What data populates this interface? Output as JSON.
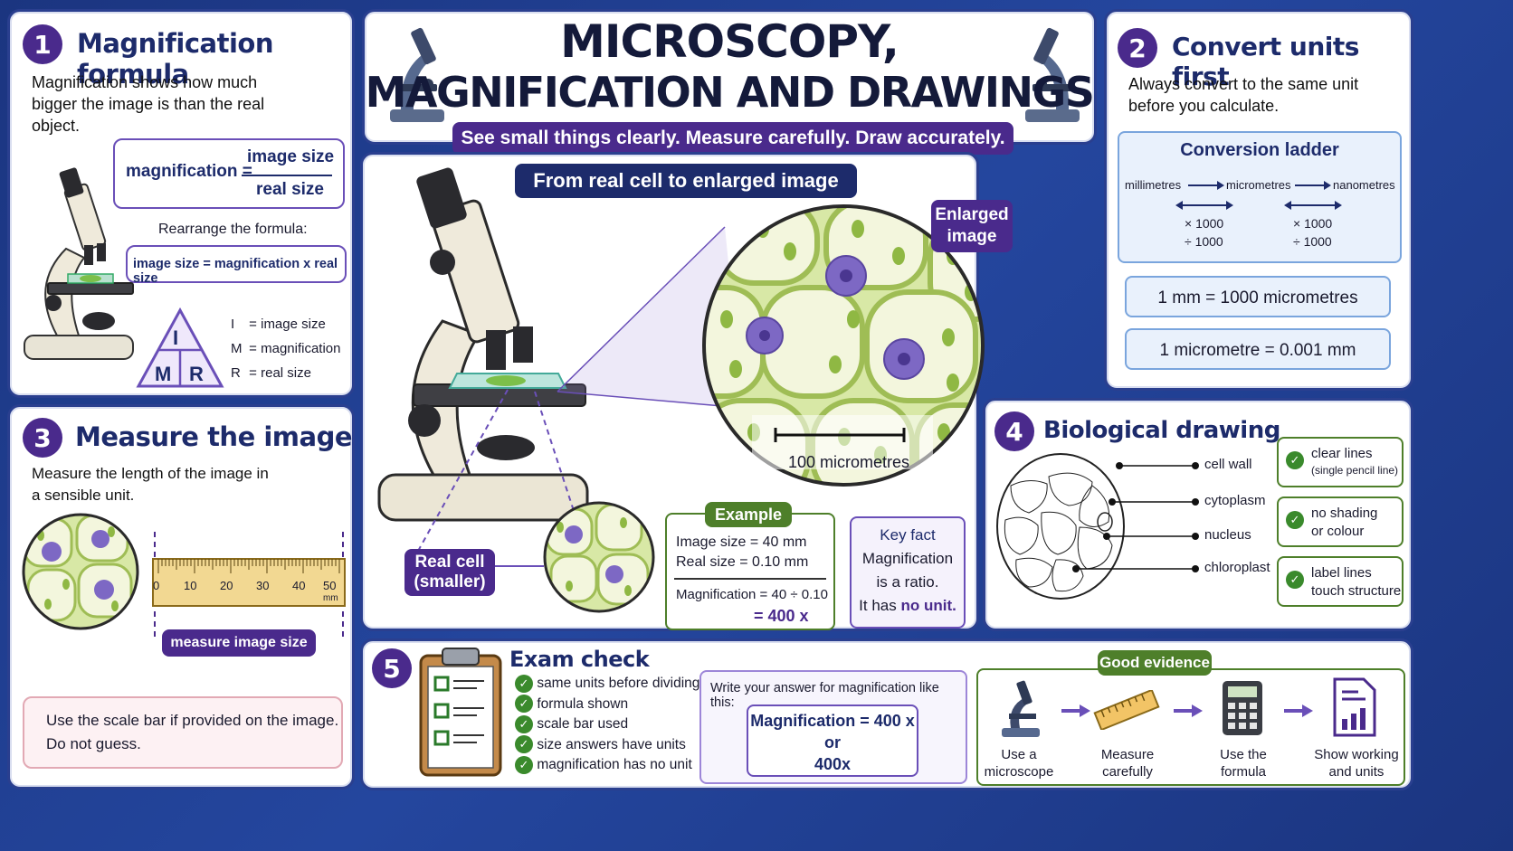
{
  "header": {
    "title_line1": "MICROSCOPY,",
    "title_line2": "MAGNIFICATION AND DRAWINGS",
    "subtitle": "See small things clearly.  Measure carefully. Draw accurately."
  },
  "panel1": {
    "number": "1",
    "title": "Magnification formula",
    "intro": "Magnification shows how much bigger the image is than the real object.",
    "formula_left": "magnification =",
    "formula_top": "image size",
    "formula_bottom": "real size",
    "rearrange_label": "Rearrange the formula:",
    "rearranged": "image size = magnification x real size",
    "triangle": {
      "top": "I",
      "left": "M",
      "right": "R"
    },
    "key": [
      {
        "letter": "I",
        "eq": "=",
        "meaning": "image size"
      },
      {
        "letter": "M",
        "eq": "=",
        "meaning": "magnification"
      },
      {
        "letter": "R",
        "eq": "=",
        "meaning": "real size"
      }
    ]
  },
  "panel2": {
    "number": "2",
    "title": "Convert units first",
    "intro": "Always convert to the same unit before you calculate.",
    "ladder_title": "Conversion ladder",
    "units": [
      "millimetres",
      "micrometres",
      "nanometres"
    ],
    "ops": [
      {
        "mul": "× 1000",
        "div": "÷ 1000"
      },
      {
        "mul": "× 1000",
        "div": "÷ 1000"
      }
    ],
    "fact1": "1 mm  =  1000 micrometres",
    "fact2": "1 micrometre  =  0.001 mm"
  },
  "center": {
    "banner": "From real cell to enlarged image",
    "enlarged_label": "Enlarged image",
    "scale_bar": "100 micrometres",
    "real_cell_label": "Real cell (smaller)",
    "example": {
      "tag": "Example",
      "line1": "Image size = 40 mm",
      "line2": "Real size = 0.10 mm",
      "line3": "Magnification = 40 ÷ 0.10",
      "line4": "= 400 x"
    },
    "keyfact": {
      "title": "Key fact",
      "line1": "Magnification",
      "line2": "is a ratio.",
      "line3a": "It has ",
      "line3b": "no unit."
    }
  },
  "panel3": {
    "number": "3",
    "title": "Measure the image",
    "intro": "Measure the length of the image in a sensible unit.",
    "ruler_ticks": [
      "0",
      "10",
      "20",
      "30",
      "40",
      "50"
    ],
    "ruler_unit": "mm",
    "measure_label": "measure image size",
    "tip_line1": "Use the scale bar if provided on the image.",
    "tip_line2": "Do not guess."
  },
  "panel4": {
    "number": "4",
    "title": "Biological drawing",
    "labels": [
      "cell wall",
      "cytoplasm",
      "nucleus",
      "chloroplast"
    ],
    "rules": [
      {
        "main": "clear lines",
        "sub": "(single pencil line)"
      },
      {
        "main": "no shading",
        "sub": "or colour"
      },
      {
        "main": "label lines",
        "sub": "touch structure"
      }
    ]
  },
  "panel5": {
    "number": "5",
    "title": "Exam check",
    "checks": [
      "same units before dividing",
      "formula shown",
      "scale bar used",
      "size answers have units",
      "magnification has no unit"
    ],
    "answer_intro": "Write your answer for magnification like this:",
    "answer1": "Magnification = 400 x",
    "answer_or": "or",
    "answer2": "400x",
    "evidence_tag": "Good evidence",
    "steps": [
      {
        "l1": "Use a",
        "l2": "microscope"
      },
      {
        "l1": "Measure",
        "l2": "carefully"
      },
      {
        "l1": "Use the",
        "l2": "formula"
      },
      {
        "l1": "Show working",
        "l2": "and units"
      }
    ]
  },
  "colors": {
    "navy": "#1d2b6b",
    "purple": "#4a2a8c",
    "green": "#4e7f2a",
    "cell_green": "#8fb843",
    "nucleus_purple": "#7d68c4"
  }
}
